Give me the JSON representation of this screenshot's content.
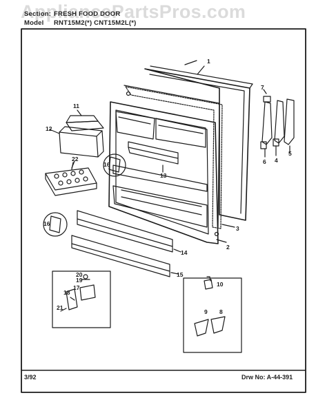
{
  "header": {
    "section_label": "Section:",
    "section_name": "FRESH FOOD DOOR",
    "model_label": "Model",
    "model_values": "RNT15M2(*)   CNT15M2L(*)"
  },
  "watermark": "AppliancePartsPros.com",
  "footer": {
    "date": "3/92",
    "drawing_no": "Drw No: A-44-391"
  },
  "callouts": [
    "1",
    "2",
    "3",
    "4",
    "5",
    "6",
    "7",
    "8",
    "9",
    "10",
    "11",
    "12",
    "13",
    "14",
    "15",
    "16",
    "16",
    "16",
    "17",
    "18",
    "19",
    "20",
    "21",
    "22"
  ]
}
